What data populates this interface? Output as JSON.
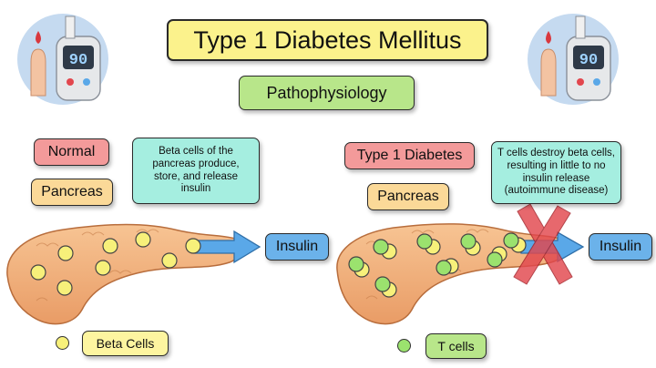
{
  "title": "Type 1 Diabetes Mellitus",
  "subtitle": "Pathophysiology",
  "left": {
    "state_label": "Normal",
    "organ_label": "Pancreas",
    "description": "Beta cells of the pancreas produce, store, and release insulin",
    "output_label": "Insulin",
    "legend_label": "Beta Cells"
  },
  "right": {
    "state_label": "Type 1 Diabetes",
    "organ_label": "Pancreas",
    "description": "T cells destroy beta cells, resulting in little to no insulin release (autoimmune disease)",
    "output_label": "Insulin",
    "legend_label": "T cells"
  },
  "glucometer_reading": "90",
  "colors": {
    "beta_cell": "#f7f07a",
    "t_cell": "#9be26e",
    "pancreas": "#f2b27e",
    "arrow": "#5aa8e8",
    "cross": "#e2474e"
  },
  "icons": [
    "glucometer-icon",
    "finger-icon",
    "blood-drop-icon",
    "cross-icon"
  ]
}
